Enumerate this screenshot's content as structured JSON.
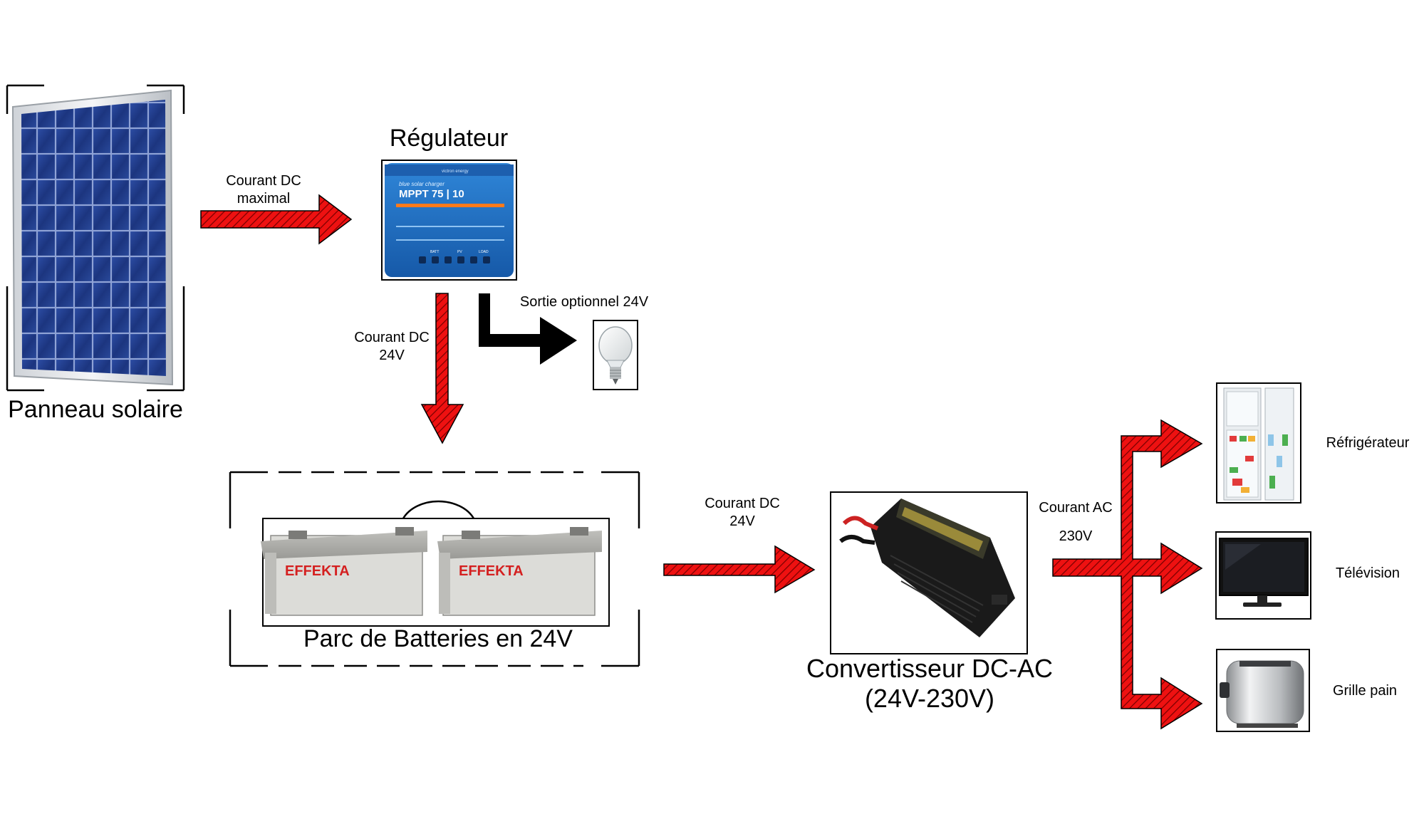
{
  "nodes": {
    "panel": {
      "label": "Panneau solaire"
    },
    "regulator": {
      "label": "Régulateur",
      "brand": "victron energy",
      "product": "blue solar charger",
      "model": "MPPT 75 | 10",
      "terminals": [
        "BATT",
        "PV",
        "LOAD"
      ]
    },
    "batteries": {
      "label": "Parc de Batteries en 24V",
      "brand": "EFFEKTA"
    },
    "inverter": {
      "label_line1": "Convertisseur DC-AC",
      "label_line2": "(24V-230V)"
    },
    "fridge": {
      "label": "Réfrigérateur"
    },
    "tv": {
      "label": "Télévision"
    },
    "toaster": {
      "label": "Grille pain"
    }
  },
  "flows": {
    "panel_to_regulator": {
      "line1": "Courant DC",
      "line2": "maximal"
    },
    "regulator_to_batteries": {
      "line1": "Courant DC",
      "line2": "24V"
    },
    "optional_output": {
      "label": "Sortie optionnel 24V"
    },
    "batteries_to_inverter": {
      "line1": "Courant DC",
      "line2": "24V"
    },
    "inverter_to_loads": {
      "line1": "Courant AC",
      "line2": "230V"
    }
  },
  "colors": {
    "arrow_fill": "#ee1111",
    "arrow_hatch": "#7a0000",
    "frame": "#000000",
    "panel_cell": "#1f3a86",
    "regulator_blue": "#1f6fc4",
    "battery_gray": "#d7d7d4",
    "battery_brand": "#d42020"
  }
}
